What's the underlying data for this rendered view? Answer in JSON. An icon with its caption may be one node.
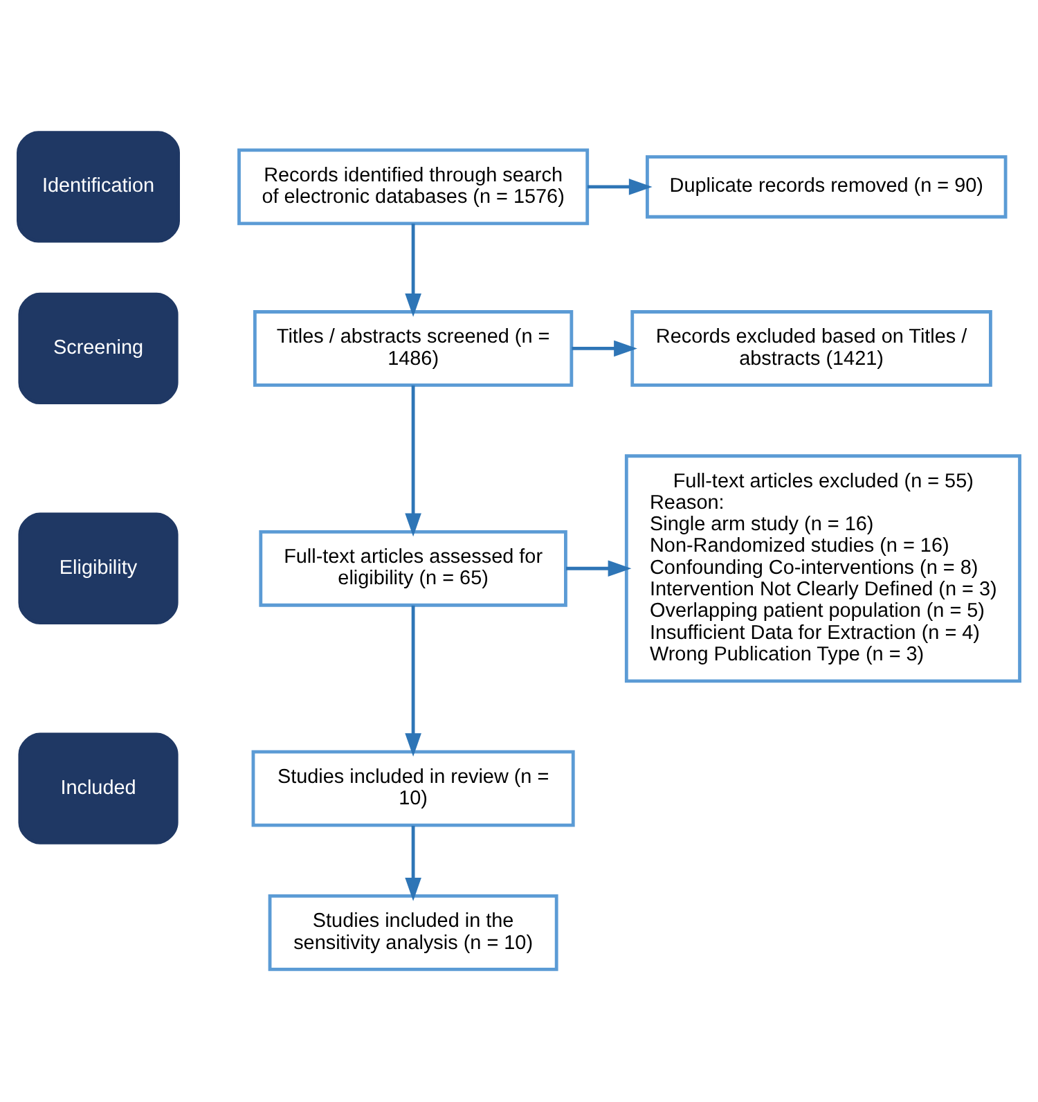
{
  "diagram": {
    "nodes": [
      {
        "text": [
          "Identification"
        ]
      },
      {
        "text": [
          "Screening"
        ]
      },
      {
        "text": [
          "Eligibility"
        ]
      },
      {
        "text": [
          "Included"
        ]
      },
      {
        "text": [
          "Records identified through search of electronic databases (n = 1576)"
        ]
      },
      {
        "text": [
          "Duplicate records removed (n = 90)"
        ]
      },
      {
        "text": [
          "Titles / abstracts screened (n = 1486)"
        ]
      },
      {
        "text": [
          "Records excluded based on Titles / abstracts (1421)"
        ]
      },
      {
        "text": [
          "Full-text articles assessed for eligibility (n = 65)"
        ]
      },
      {
        "text": [
          "Full-text articles excluded (n = 55)",
          "Reason:",
          "Single arm study (n = 16)",
          "Non-Randomized studies (n = 16)",
          "Confounding Co-interventions (n = 8)",
          "Intervention Not Clearly Defined (n = 3)",
          "Overlapping patient population (n = 5)",
          "Insufficient Data for Extraction (n = 4)",
          "Wrong Publication Type (n = 3)"
        ]
      },
      {
        "text": [
          "Studies included in review (n = 10)"
        ]
      },
      {
        "text": [
          "Studies included in the sensitivity analysis (n = 10)"
        ]
      }
    ],
    "edges": [
      {
        "from": 4,
        "to": 5,
        "arrow": "to"
      },
      {
        "from": 4,
        "to": 6,
        "arrow": "to"
      },
      {
        "from": 6,
        "to": 7,
        "arrow": "to"
      },
      {
        "from": 6,
        "to": 8,
        "arrow": "to"
      },
      {
        "from": 8,
        "to": 9,
        "arrow": "to"
      },
      {
        "from": 8,
        "to": 10,
        "arrow": "to"
      },
      {
        "from": 10,
        "to": 11,
        "arrow": "to"
      }
    ]
  }
}
